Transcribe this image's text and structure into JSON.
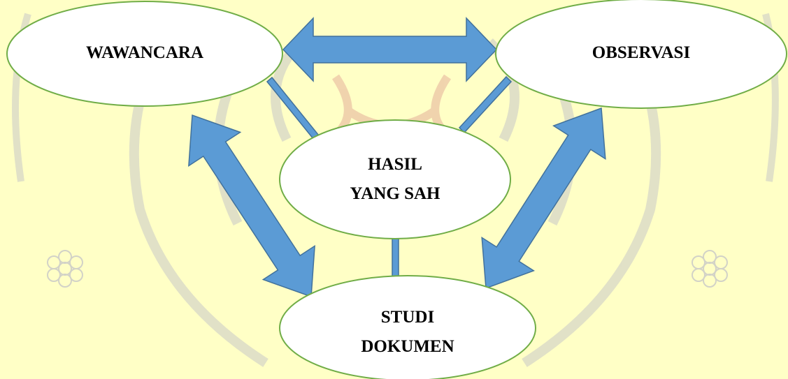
{
  "diagram": {
    "nodes": {
      "wawancara": {
        "label": "WAWANCARA"
      },
      "observasi": {
        "label": "OBSERVASI"
      },
      "hasil": {
        "line1": "HASIL",
        "line2": "YANG SAH"
      },
      "studi": {
        "line1": "STUDI",
        "line2": "DOKUMEN"
      }
    },
    "colors": {
      "background": "#ffffc6",
      "ellipse_fill": "#ffffff",
      "ellipse_stroke": "#70ad47",
      "arrow_fill": "#5b9bd5",
      "arrow_stroke": "#41719c",
      "watermark": "#c8c8c8",
      "watermark_red": "#e0a090"
    }
  }
}
